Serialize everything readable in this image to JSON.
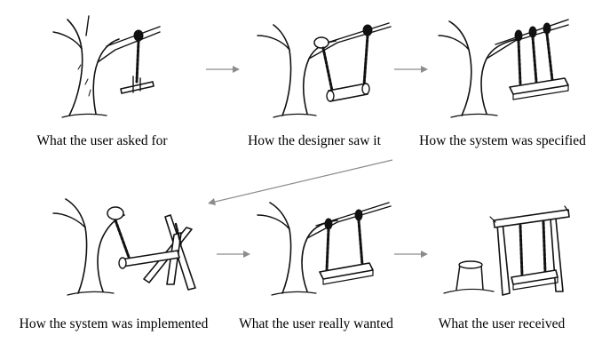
{
  "panels": [
    {
      "caption": "What the user asked for",
      "illustration": "tree-swing-single-rope-icon"
    },
    {
      "caption": "How the designer saw it",
      "illustration": "tree-swing-hanging-low-icon"
    },
    {
      "caption": "How the system was specified",
      "illustration": "tree-swing-two-ropes-icon"
    },
    {
      "caption": "How the system was implemented",
      "illustration": "tree-swing-broken-frame-icon"
    },
    {
      "caption": "What the user really wanted",
      "illustration": "tree-swing-tire-board-icon"
    },
    {
      "caption": "What the user received",
      "illustration": "tree-swing-freestanding-icon"
    }
  ],
  "colors": {
    "background": "#ffffff",
    "ink": "#111111",
    "arrow": "#8c8c8c"
  }
}
